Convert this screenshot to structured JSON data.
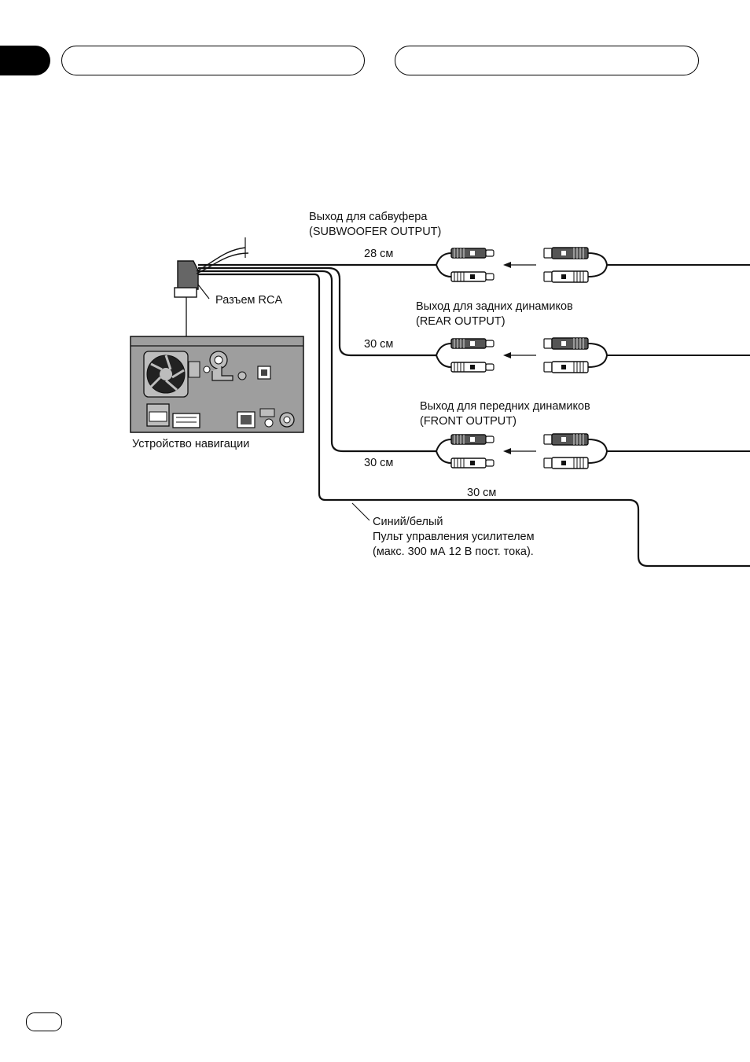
{
  "header": {
    "tab_left": "",
    "tab_right": ""
  },
  "labels": {
    "subwoofer_ru": "Выход для сабвуфера",
    "subwoofer_en": "(SUBWOOFER OUTPUT)",
    "len_subwoofer": "28 см",
    "rca_connector": "Разъем RCA",
    "rear_ru": "Выход для задних динамиков",
    "rear_en": "(REAR OUTPUT)",
    "len_rear": "30 см",
    "nav_unit": "Устройство навигации",
    "front_ru": "Выход для передних динамиков",
    "front_en": "(FRONT OUTPUT)",
    "len_front": "30 см",
    "len_remote": "30 см",
    "remote_color": "Синий/белый",
    "remote_desc": "Пульт управления усилителем",
    "remote_spec": "(макс. 300 мА 12 В пост. тока)."
  },
  "colors": {
    "line": "#111111",
    "unit_fill": "#9e9e9e",
    "plug_dark": "#555555"
  }
}
